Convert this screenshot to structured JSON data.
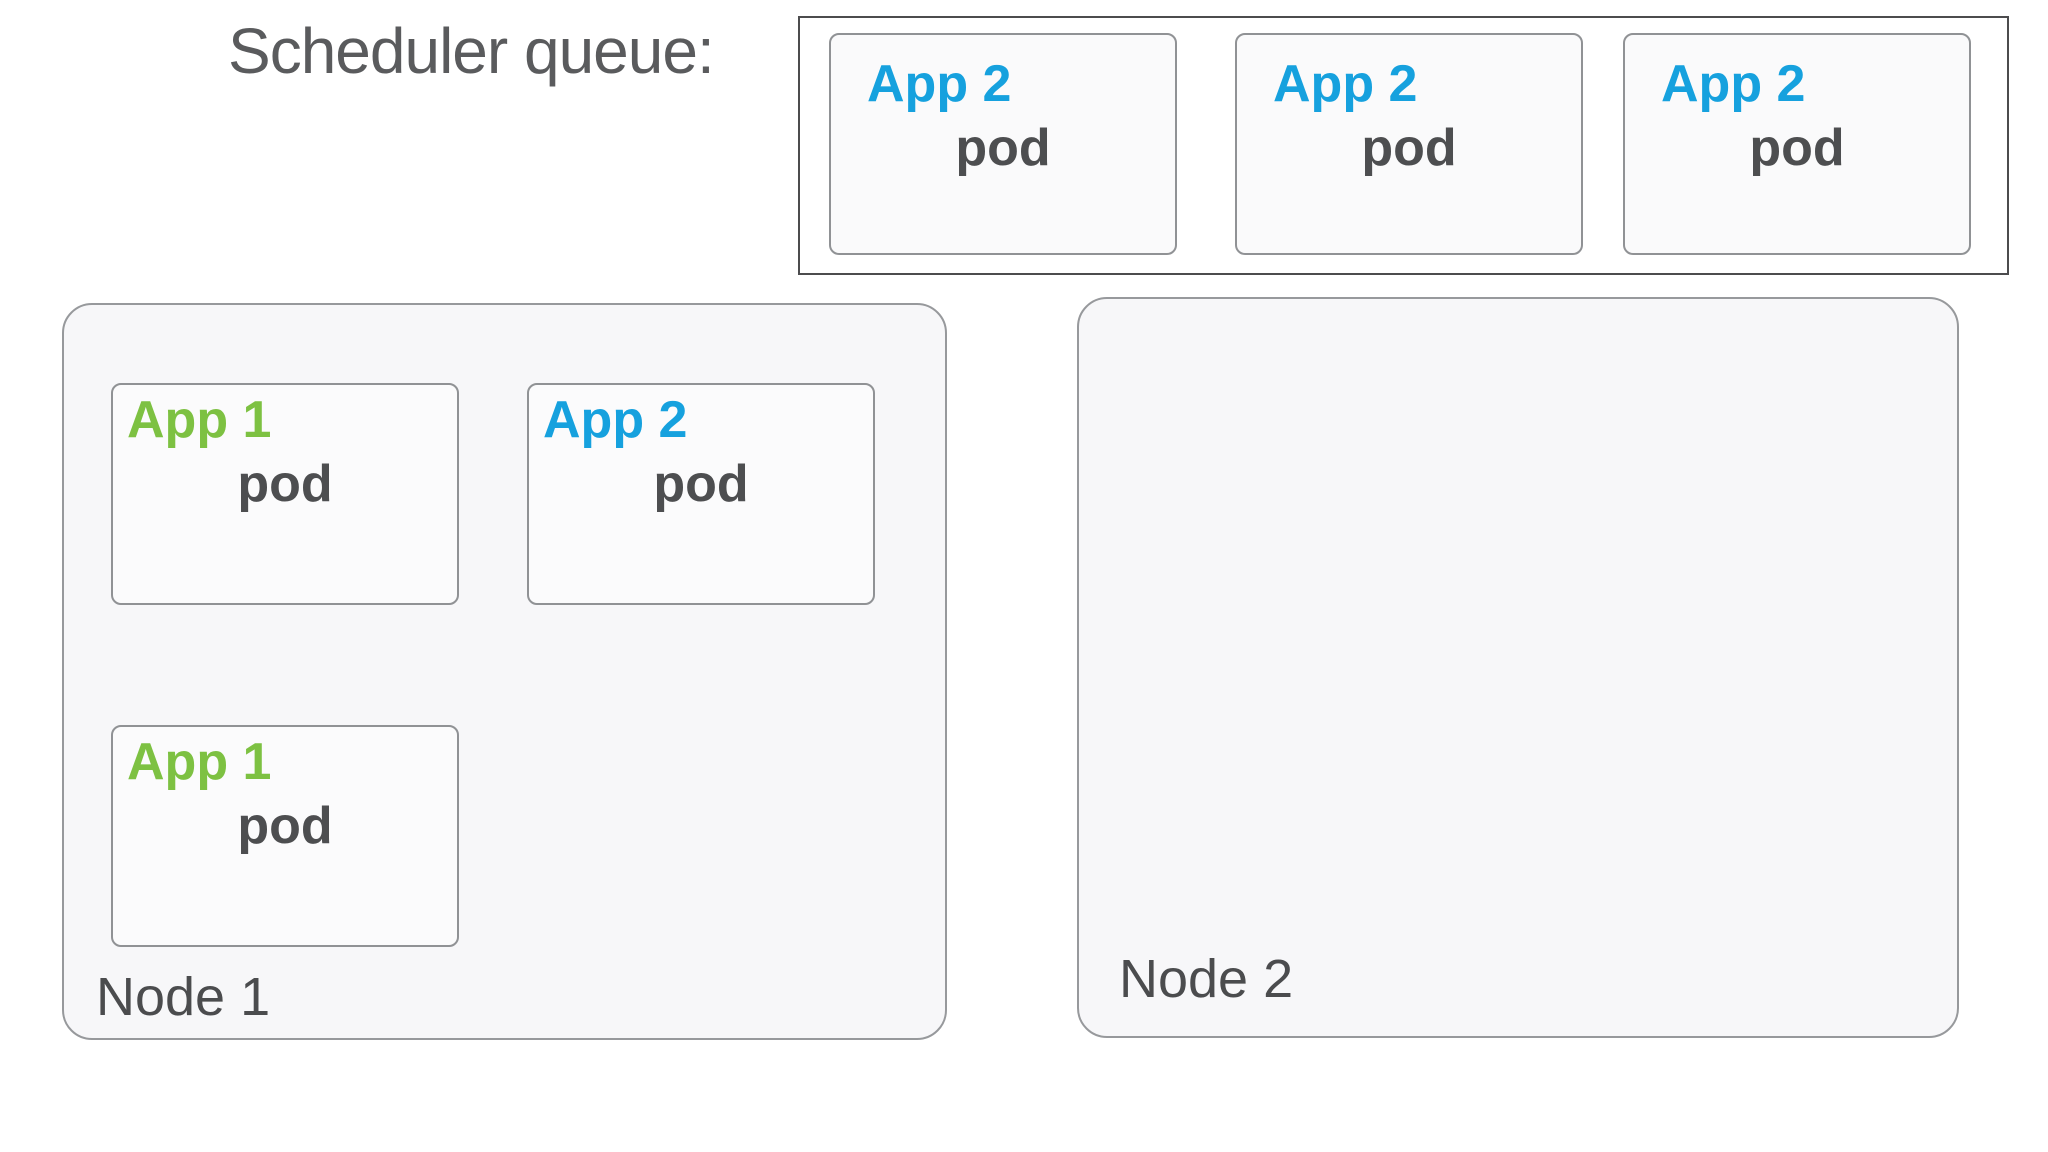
{
  "title": "Scheduler queue:",
  "palette": {
    "app1_green": "#7DC142",
    "app2_blue": "#16A1DE",
    "pod_text_gray": "#4D4E50",
    "node_label_gray": "#4B4C4E",
    "title_gray": "#5A5B5D",
    "node_fill": "#F7F7F9",
    "pod_fill": "#FAFAFB",
    "queue_border": "#4C4C4E",
    "node_border": "#97999C",
    "pod_border": "#909295"
  },
  "queue": {
    "pods": [
      {
        "app": "App 2",
        "label": "pod"
      },
      {
        "app": "App 2",
        "label": "pod"
      },
      {
        "app": "App 2",
        "label": "pod"
      }
    ]
  },
  "nodes": [
    {
      "name": "Node 1",
      "pods": [
        {
          "app": "App 1",
          "label": "pod"
        },
        {
          "app": "App 2",
          "label": "pod"
        },
        {
          "app": "App 1",
          "label": "pod"
        }
      ]
    },
    {
      "name": "Node 2",
      "pods": []
    }
  ]
}
